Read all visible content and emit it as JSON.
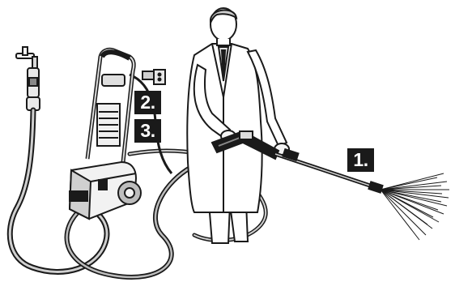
{
  "steps": [
    {
      "label": "1."
    },
    {
      "label": "2."
    },
    {
      "label": "3."
    }
  ],
  "colors": {
    "line": "#1a1a1a",
    "machine_body": "#f2f2f2",
    "shading": "#bdbdbd",
    "label_bg": "#1a1a1a",
    "label_text": "#ffffff"
  }
}
